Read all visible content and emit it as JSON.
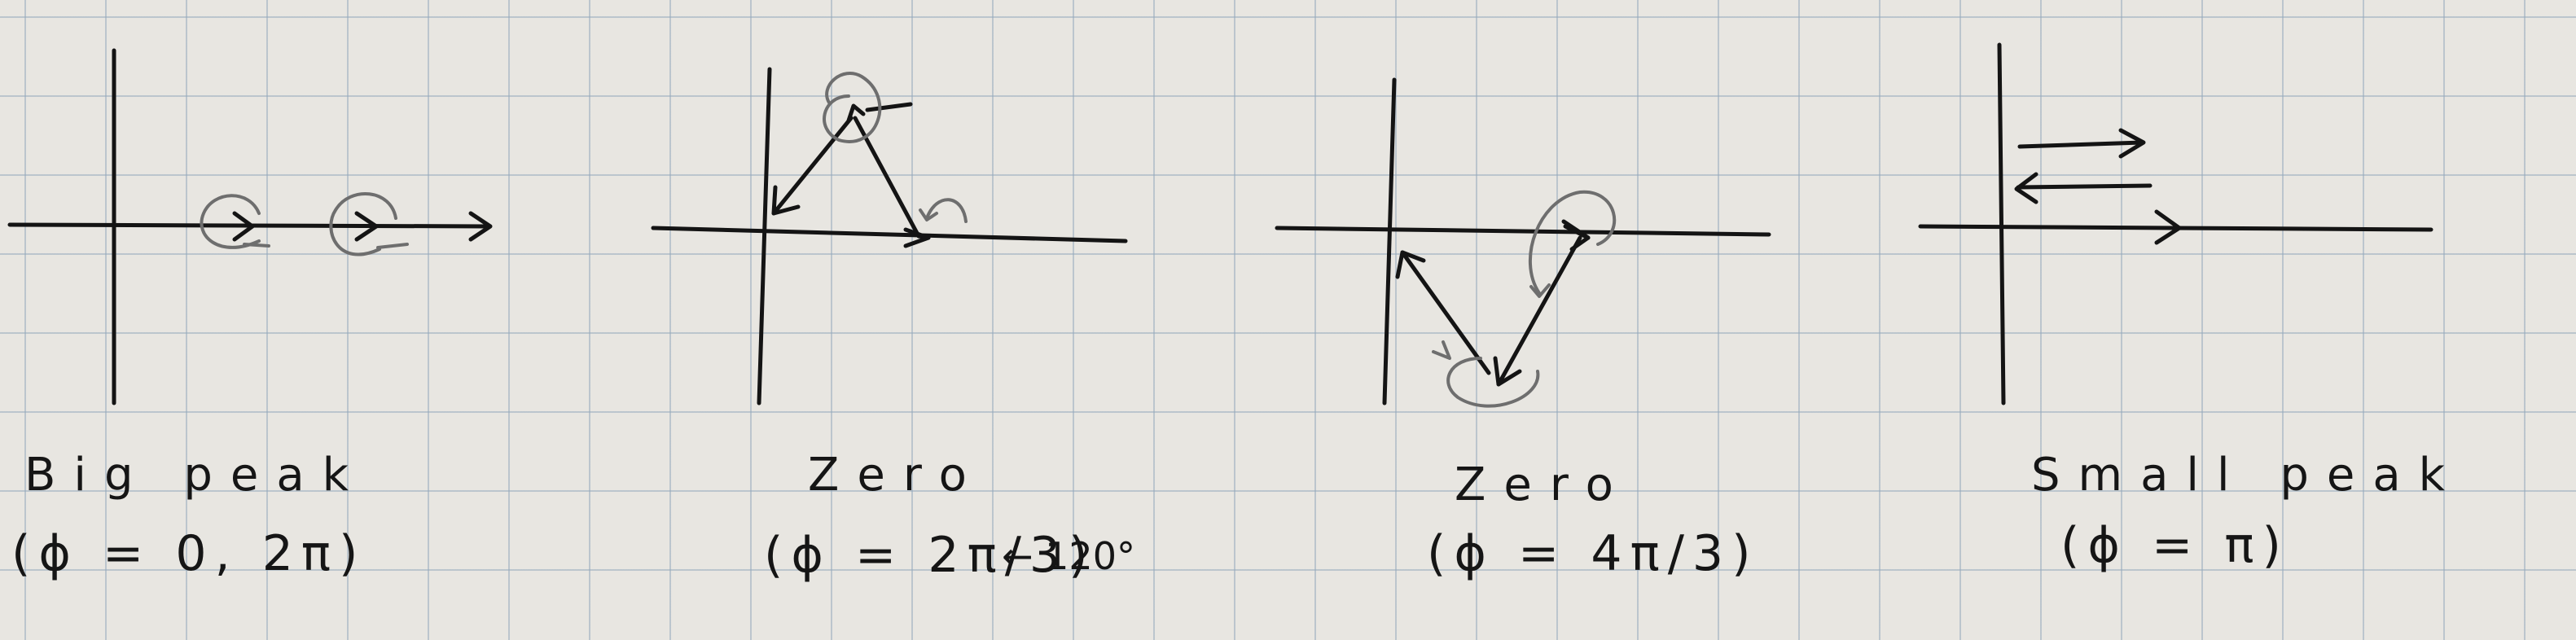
{
  "panels": [
    {
      "label": "Big peak",
      "condition": "(ϕ = 0, 2π)"
    },
    {
      "label": "Zero",
      "condition": "(ϕ = 2π/3)",
      "note": "← 120°"
    },
    {
      "label": "Zero",
      "condition": "(ϕ = 4π/3)"
    },
    {
      "label": "Small peak",
      "condition": "(ϕ = π)"
    }
  ]
}
